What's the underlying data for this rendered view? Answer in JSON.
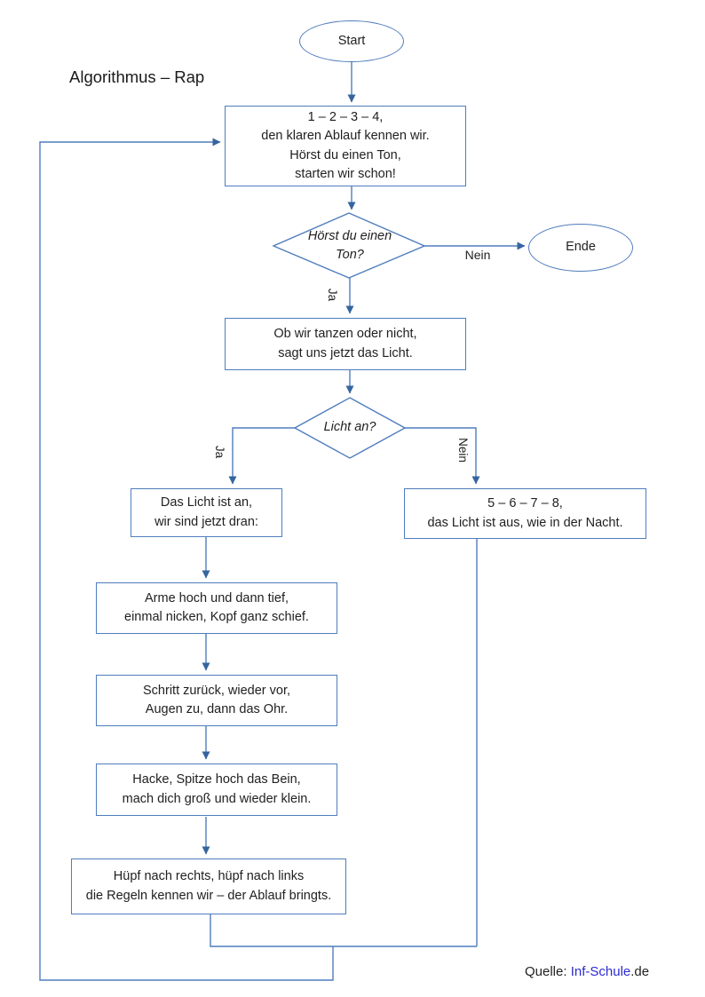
{
  "title": "Algorithmus – Rap",
  "colors": {
    "line": "#4f7dbd",
    "arrow": "#35659e",
    "text": "#1f1f1f",
    "link": "#2b2bcf"
  },
  "nodes": {
    "start": {
      "label": "Start"
    },
    "ende": {
      "label": "Ende"
    },
    "intro": {
      "lines": [
        "1 – 2 – 3 – 4,",
        "den klaren Ablauf kennen wir.",
        "Hörst du einen Ton,",
        "starten wir schon!"
      ]
    },
    "decision_ton": {
      "lines": [
        "Hörst du einen",
        "Ton?"
      ]
    },
    "licht_info": {
      "lines": [
        "Ob wir tanzen oder nicht,",
        "sagt uns jetzt das Licht."
      ]
    },
    "decision_licht": {
      "label": "Licht an?"
    },
    "licht_an": {
      "lines": [
        "Das Licht ist an,",
        "wir sind jetzt dran:"
      ]
    },
    "licht_aus": {
      "lines": [
        "5 – 6 – 7 – 8,",
        "das Licht ist aus, wie in der Nacht."
      ]
    },
    "arme": {
      "lines": [
        "Arme hoch und dann tief,",
        "einmal nicken, Kopf ganz schief."
      ]
    },
    "schritt": {
      "lines": [
        "Schritt zurück, wieder vor,",
        "Augen zu, dann das Ohr."
      ]
    },
    "hacke": {
      "lines": [
        "Hacke, Spitze hoch das Bein,",
        "mach dich groß und wieder klein."
      ]
    },
    "huepf": {
      "lines": [
        "Hüpf nach rechts, hüpf nach links",
        "die Regeln kennen wir – der Ablauf bringts."
      ]
    }
  },
  "edge_labels": {
    "nein_ton": "Nein",
    "ja_ton": "Ja",
    "ja_licht": "Ja",
    "nein_licht": "Nein"
  },
  "source": {
    "prefix": "Quelle: ",
    "link_text": "Inf-Schule",
    "suffix": ".de"
  }
}
